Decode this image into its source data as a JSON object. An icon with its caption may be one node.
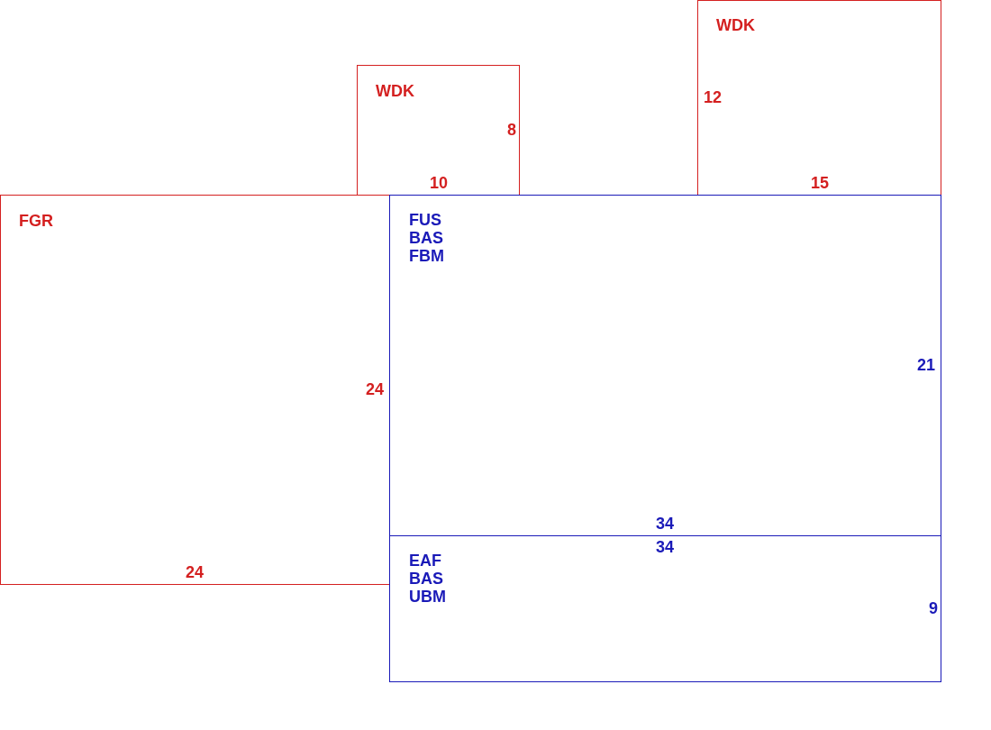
{
  "diagram": {
    "nodes": [
      {
        "text": [
          "WDK",
          "12",
          "15"
        ]
      },
      {
        "text": [
          "WDK",
          "8",
          "10"
        ]
      },
      {
        "text": [
          "FGR",
          "24",
          "24"
        ]
      },
      {
        "text": [
          "FUS BAS FBM",
          "21",
          "34"
        ]
      },
      {
        "text": [
          "EAF BAS UBM",
          "34",
          "9"
        ]
      }
    ]
  }
}
